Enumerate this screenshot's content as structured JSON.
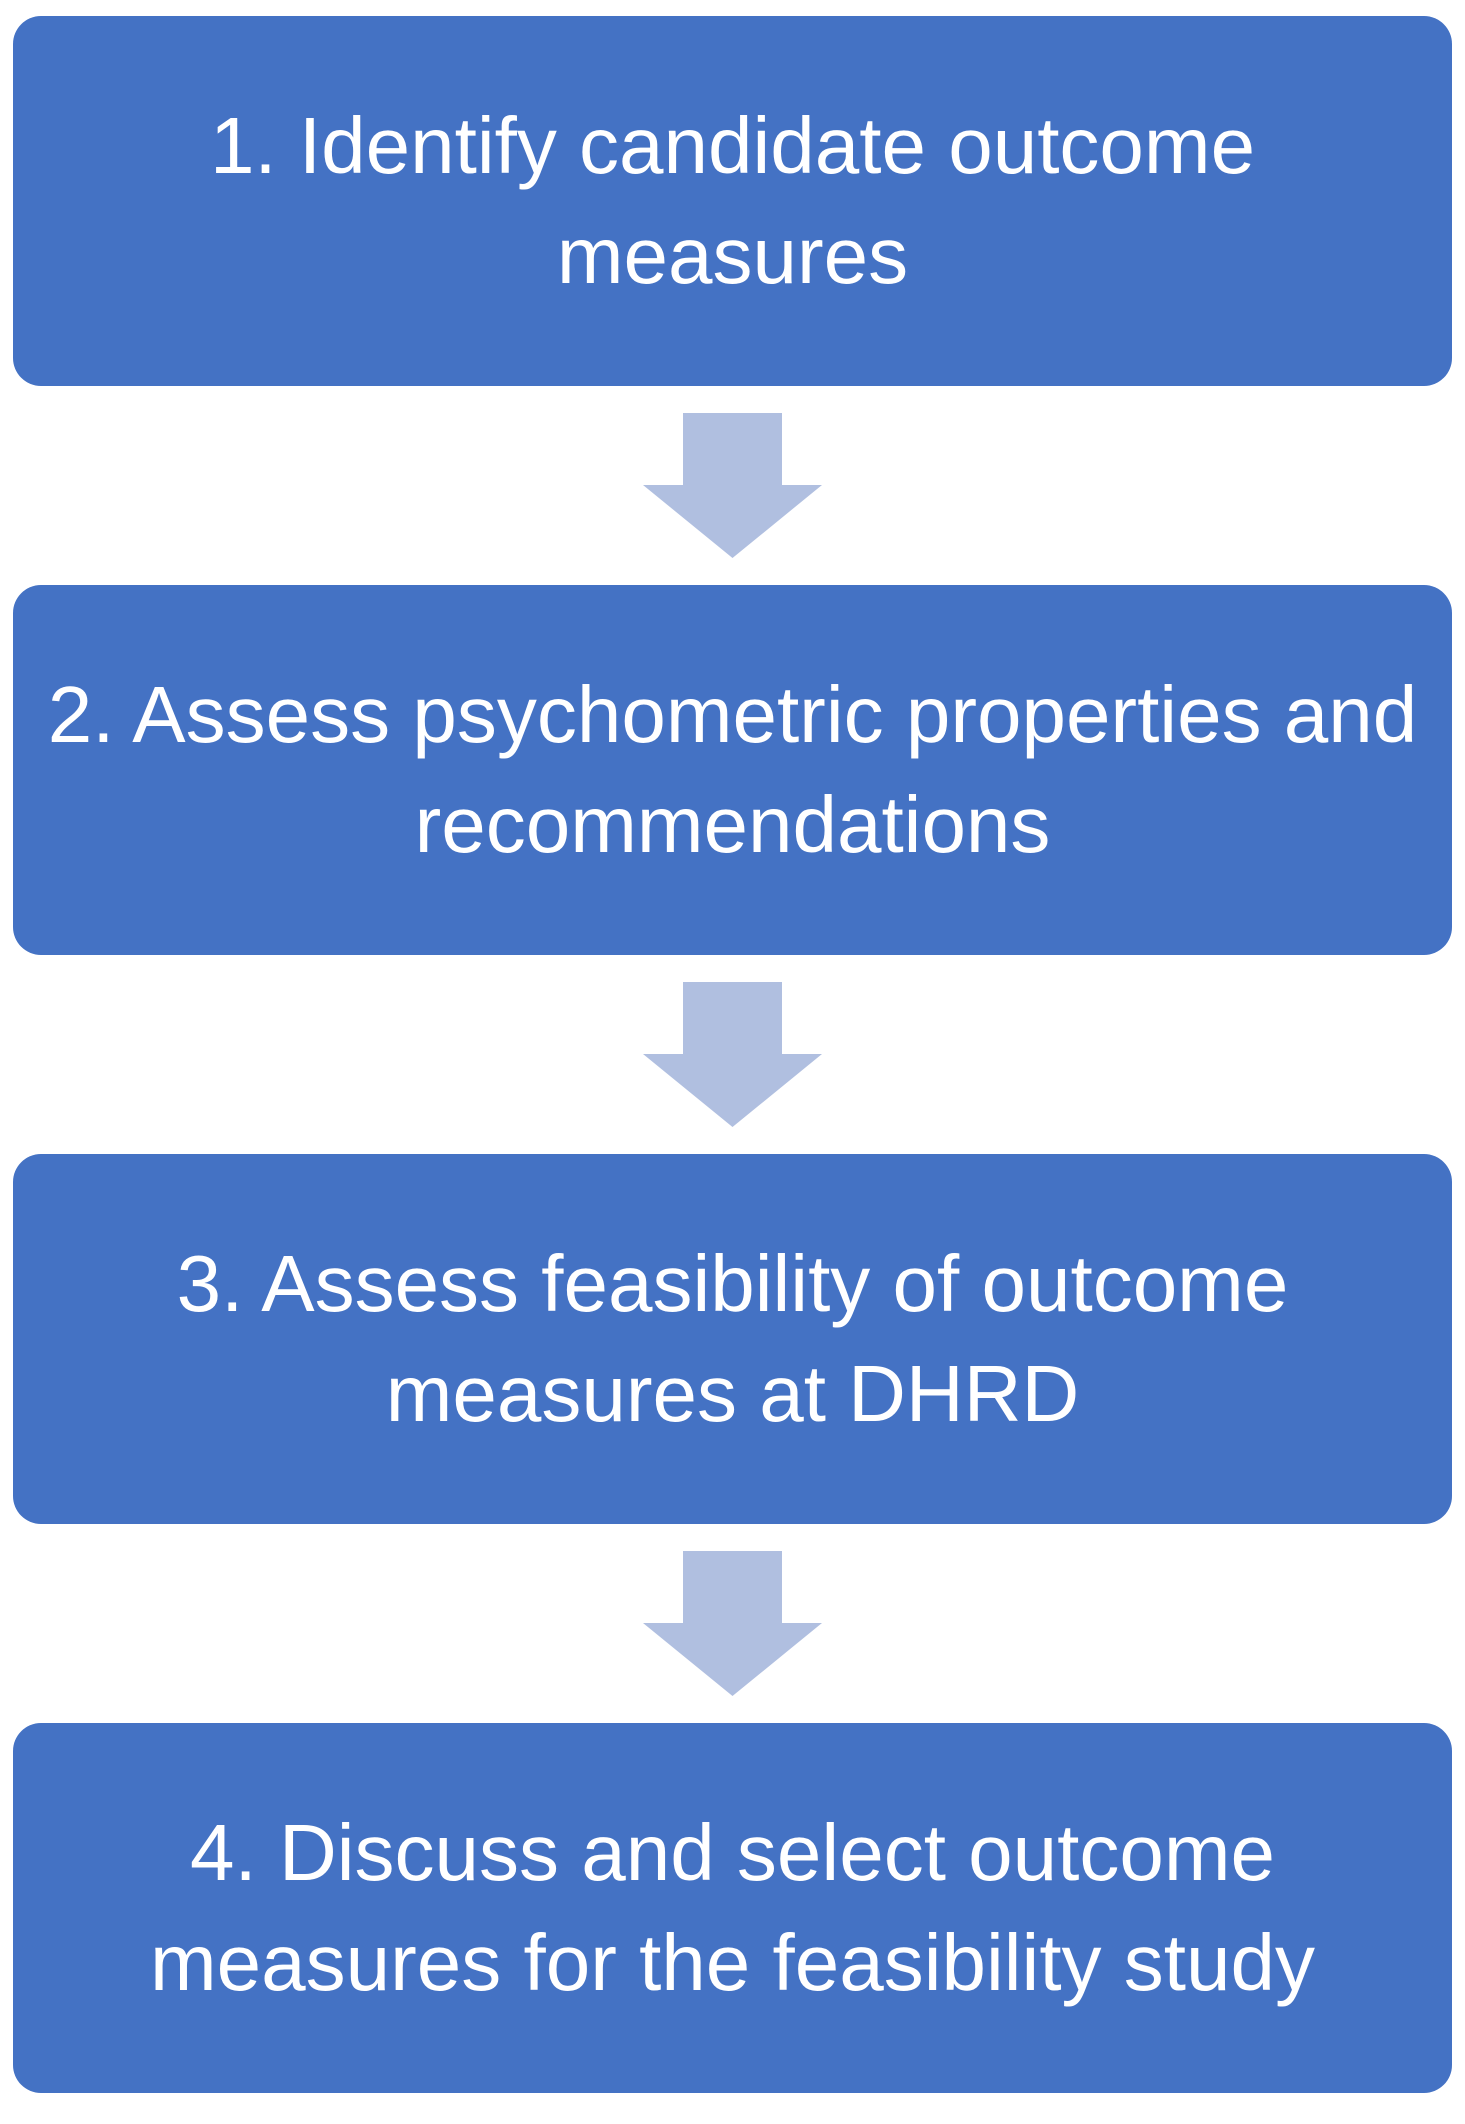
{
  "steps": [
    {
      "label": "1. Identify candidate outcome measures"
    },
    {
      "label": "2. Assess psychometric properties and recommendations"
    },
    {
      "label": "3. Assess feasibility of outcome measures at DHRD"
    },
    {
      "label": "4. Discuss and select outcome measures for the feasibility study"
    }
  ],
  "colors": {
    "box_fill": "#4472C4",
    "box_text": "#FFFFFF",
    "arrow_fill": "#B0BFE0"
  },
  "icons": {
    "connector": "down-arrow-icon"
  }
}
